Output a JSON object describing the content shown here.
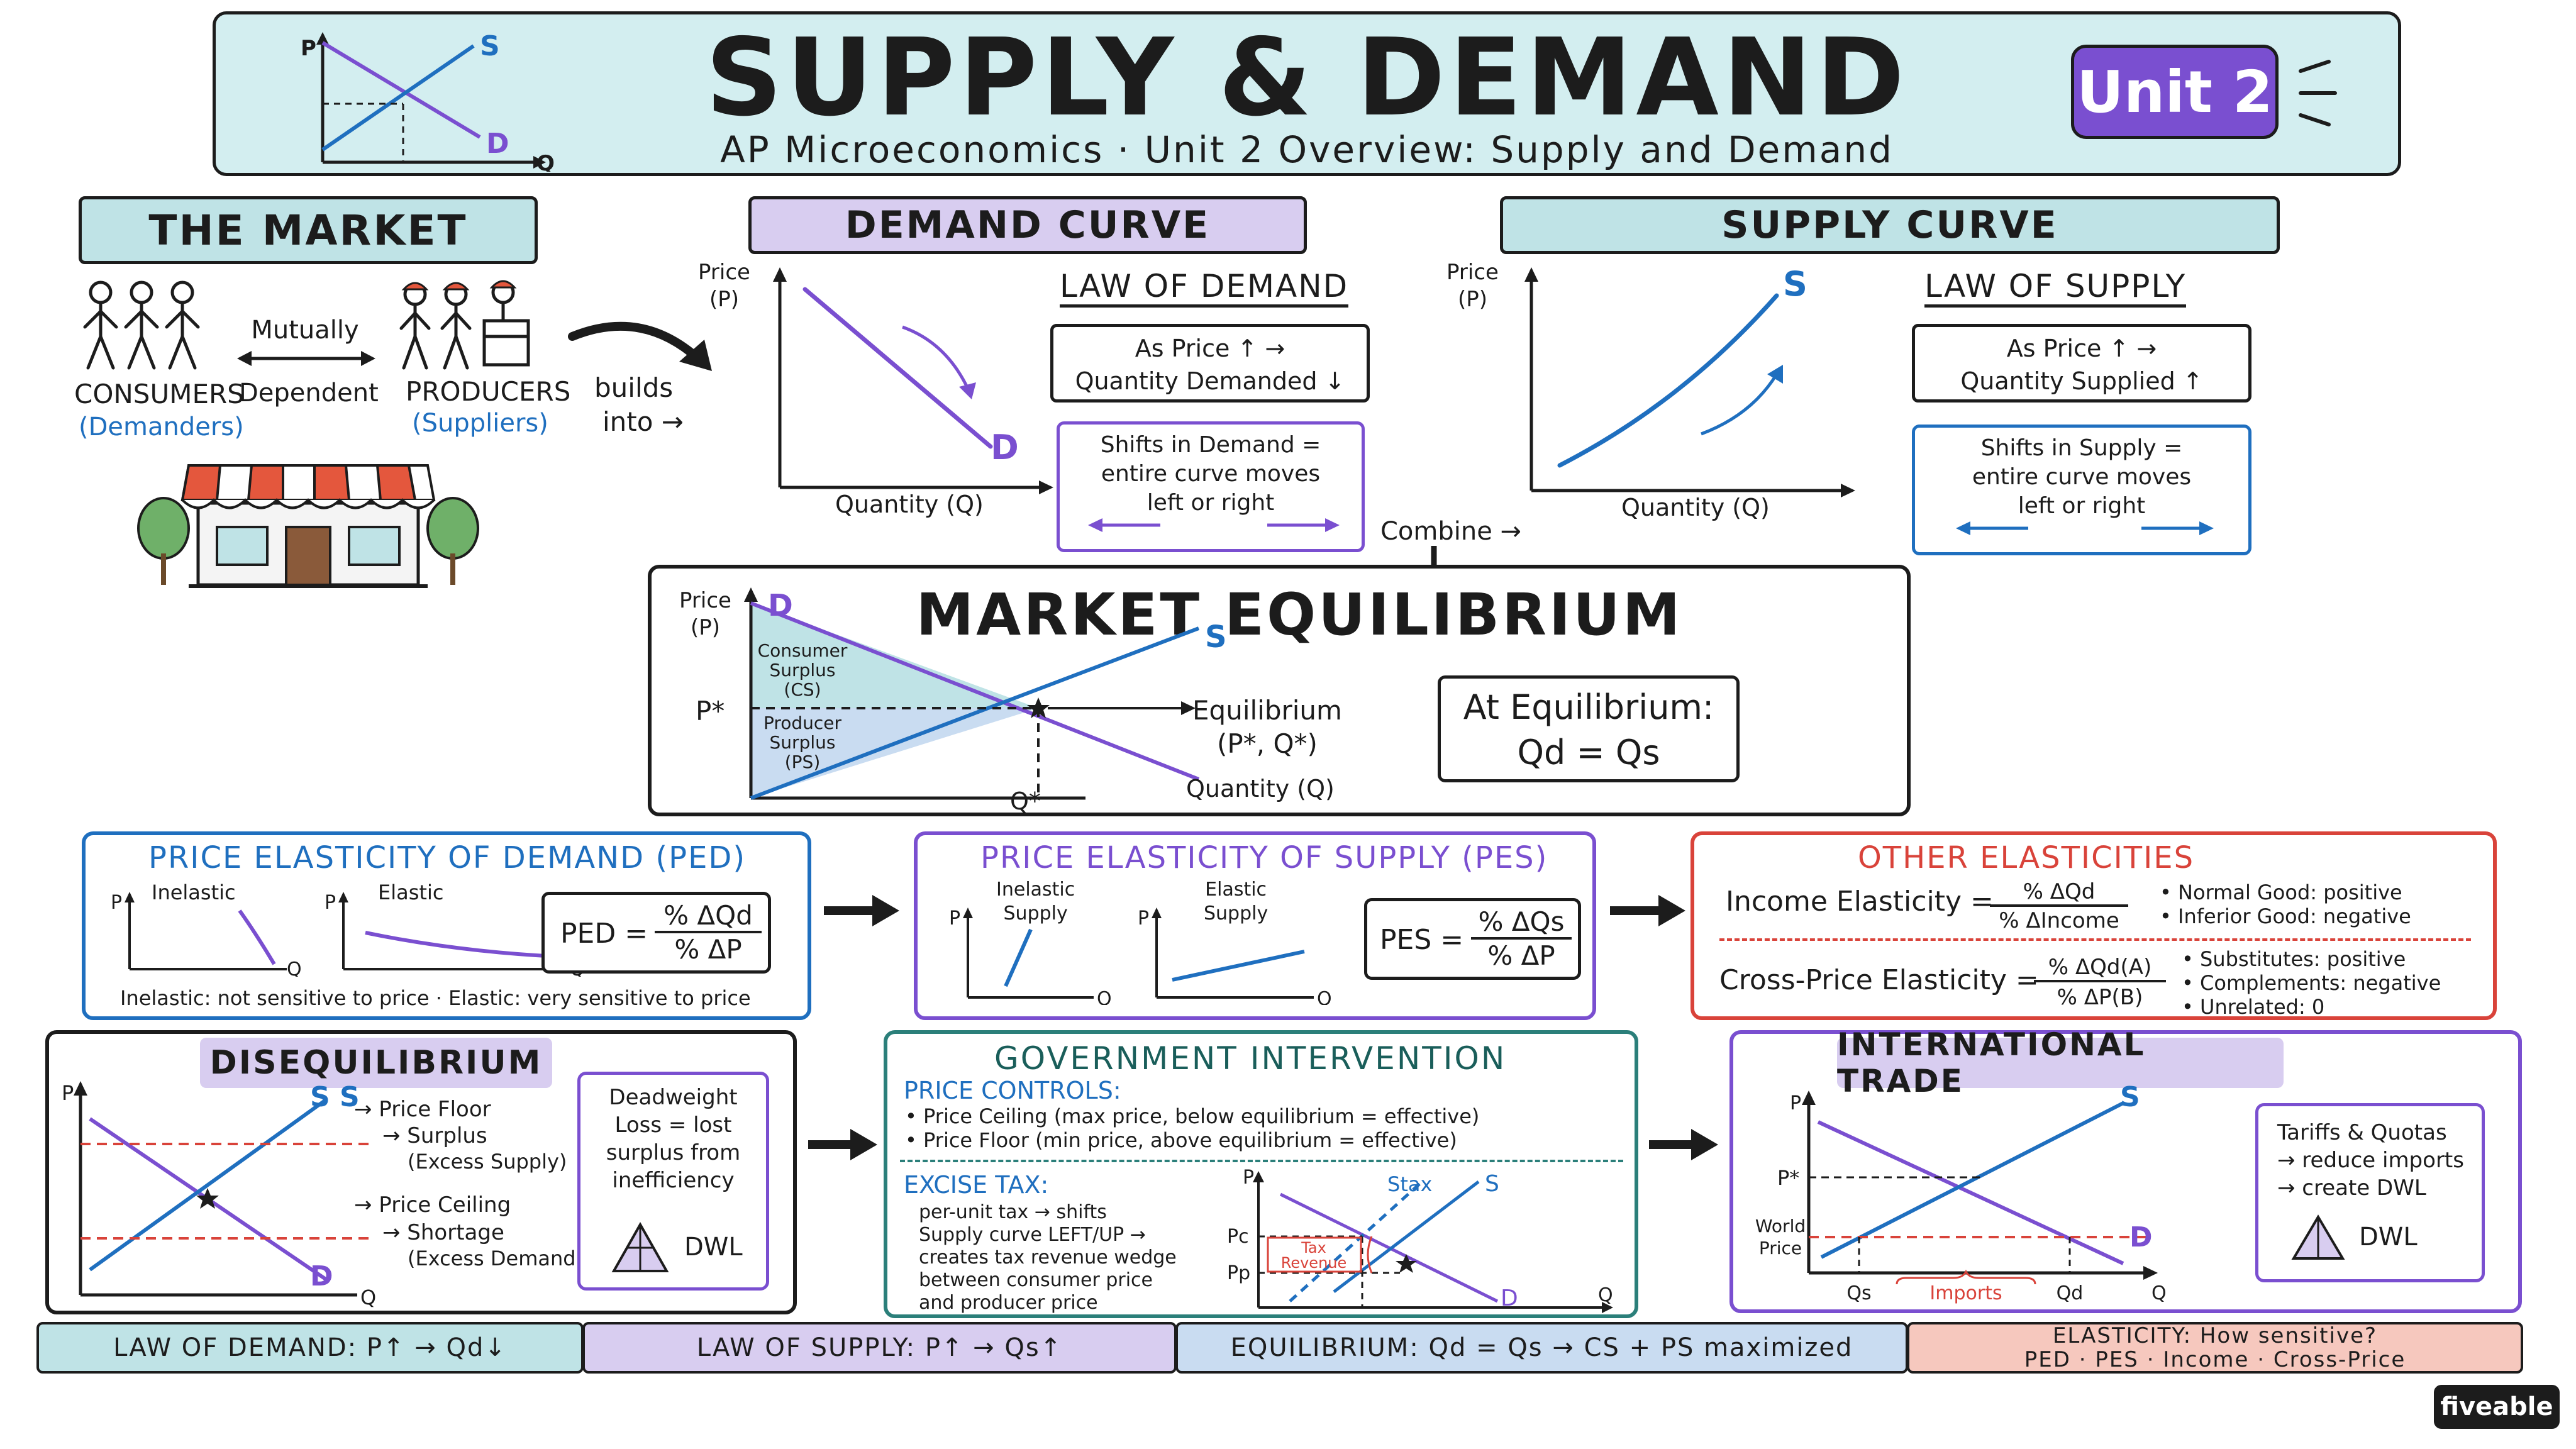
{
  "header": {
    "title": "SUPPLY & DEMAND",
    "subtitle": "AP Microeconomics · Unit 2 Overview: Supply and Demand",
    "unit_badge": "Unit 2",
    "logo_axis_p": "P",
    "logo_axis_q": "Q",
    "logo_s": "S",
    "logo_d": "D"
  },
  "market": {
    "title": "THE MARKET",
    "consumers": "CONSUMERS",
    "consumers_sub": "(Demanders)",
    "mutually": "Mutually",
    "dependent": "Dependent",
    "producers": "PRODUCERS",
    "producers_sub": "(Suppliers)",
    "builds": "builds",
    "into": "into →"
  },
  "demand_curve": {
    "title": "DEMAND CURVE",
    "axis_price": "Price",
    "axis_price_sym": "(P)",
    "axis_quantity": "Quantity (Q)",
    "curve_label": "D",
    "law_title": "LAW OF DEMAND",
    "law_line1": "As Price ↑ →",
    "law_line2": "Quantity Demanded ↓",
    "shift_line1": "Shifts in Demand =",
    "shift_line2": "entire curve moves",
    "shift_line3": "left or right",
    "combine": "Combine →"
  },
  "supply_curve": {
    "title": "SUPPLY CURVE",
    "axis_price": "Price",
    "axis_price_sym": "(P)",
    "axis_quantity": "Quantity (Q)",
    "curve_label": "S",
    "law_title": "LAW OF SUPPLY",
    "law_line1": "As Price ↑ →",
    "law_line2": "Quantity Supplied ↑",
    "shift_line1": "Shifts in Supply =",
    "shift_line2": "entire curve moves",
    "shift_line3": "left or right"
  },
  "equilibrium": {
    "title": "MARKET EQUILIBRIUM",
    "axis_price": "Price",
    "axis_price_sym": "(P)",
    "d_label": "D",
    "s_label": "S",
    "p_star": "P*",
    "q_star": "Q*",
    "cs_1": "Consumer",
    "cs_2": "Surplus",
    "cs_3": "(CS)",
    "ps_1": "Producer",
    "ps_2": "Surplus",
    "ps_3": "(PS)",
    "eq_label_1": "Equilibrium",
    "eq_label_2": "(P*, Q*)",
    "quantity": "Quantity (Q)",
    "at_eq_1": "At Equilibrium:",
    "at_eq_2": "Qd = Qs"
  },
  "ped": {
    "title": "PRICE ELASTICITY OF DEMAND (PED)",
    "inelastic": "Inelastic",
    "elastic": "Elastic",
    "p": "P",
    "q": "Q",
    "formula_lhs": "PED =",
    "formula_num": "% ΔQd",
    "formula_den": "% ΔP",
    "footnote": "Inelastic: not sensitive to price  ·  Elastic: very sensitive to price"
  },
  "pes": {
    "title": "PRICE ELASTICITY OF SUPPLY (PES)",
    "inelastic_1": "Inelastic",
    "inelastic_2": "Supply",
    "elastic_1": "Elastic",
    "elastic_2": "Supply",
    "p": "P",
    "q": "Q",
    "formula_lhs": "PES =",
    "formula_num": "% ΔQs",
    "formula_den": "% ΔP"
  },
  "other": {
    "title": "OTHER ELASTICITIES",
    "income_lhs": "Income Elasticity =",
    "income_num": "% ΔQd",
    "income_den": "% ΔIncome",
    "income_b1": "• Normal Good: positive",
    "income_b2": "• Inferior Good: negative",
    "cross_lhs": "Cross-Price Elasticity =",
    "cross_num": "% ΔQd(A)",
    "cross_den": "% ΔP(B)",
    "cross_b1": "• Substitutes: positive",
    "cross_b2": "• Complements: negative",
    "cross_b3": "• Unrelated: 0"
  },
  "diseq": {
    "title": "DISEQUILIBRIUM",
    "p": "P",
    "q": "Q",
    "ss": "S S",
    "d": "D",
    "floor": "→ Price Floor",
    "floor_2": "→ Surplus",
    "floor_3": "(Excess Supply)",
    "ceiling": "→ Price Ceiling",
    "ceiling_2": "→ Shortage",
    "ceiling_3": "(Excess Demand)",
    "dwl_1": "Deadweight",
    "dwl_2": "Loss = lost",
    "dwl_3": "surplus from",
    "dwl_4": "inefficiency",
    "dwl": "DWL"
  },
  "gov": {
    "title": "GOVERNMENT INTERVENTION",
    "pc_title": "PRICE CONTROLS:",
    "pc_1": "• Price Ceiling (max price, below equilibrium = effective)",
    "pc_2": "• Price Floor (min price, above equilibrium = effective)",
    "tax_title": "EXCISE TAX:",
    "tax_1": "per-unit tax → shifts",
    "tax_2": "Supply curve LEFT/UP →",
    "tax_3": "creates tax revenue wedge",
    "tax_4": "between consumer price",
    "tax_5": "and producer price",
    "p": "P",
    "q": "Q",
    "pc": "Pc",
    "pp": "Pp",
    "stax": "Stax",
    "s": "S",
    "d": "D",
    "rev_1": "Tax",
    "rev_2": "Revenue"
  },
  "trade": {
    "title": "INTERNATIONAL TRADE",
    "p": "P",
    "q": "Q",
    "p_star": "P*",
    "world_1": "World",
    "world_2": "Price",
    "s": "S",
    "d": "D",
    "qs": "Qs",
    "qd": "Qd",
    "imports": "Imports",
    "tq_1": "Tariffs & Quotas",
    "tq_2": "→ reduce imports",
    "tq_3": "→ create DWL",
    "dwl": "DWL"
  },
  "footer": {
    "f1": "LAW OF DEMAND: P↑ → Qd↓",
    "f2": "LAW OF SUPPLY: P↑ → Qs↑",
    "f3": "EQUILIBRIUM: Qd = Qs → CS + PS maximized",
    "f4a": "ELASTICITY: How sensitive?",
    "f4b": "PED · PES · Income · Cross-Price",
    "brand": "fiveable"
  },
  "colors": {
    "teal": "#bfe3e6",
    "lavender": "#d8cdf0",
    "sky": "#c9dcf1",
    "salmon": "#f6c8be",
    "purple": "#7a4fd0",
    "blue": "#1f6fbf",
    "red": "#d9433a"
  }
}
